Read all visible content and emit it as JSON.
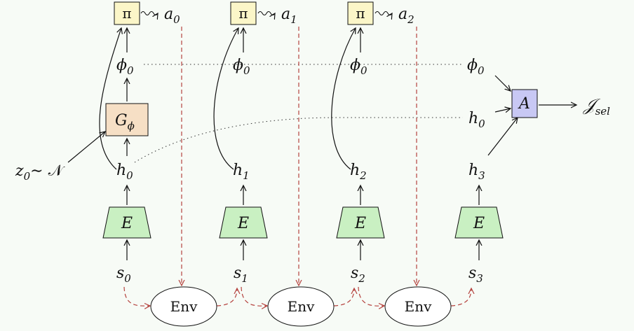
{
  "colors": {
    "background": "#f7fbf6",
    "policy_fill": "#fbf6c8",
    "generator_fill": "#f6dfc5",
    "encoder_fill": "#c9f0c2",
    "aggregator_fill": "#c8c8f4",
    "env_fill": "#ffffff",
    "solid_edge": "#111111",
    "dashed_edge": "#b5433f",
    "dotted_edge": "#333333"
  },
  "nodes": {
    "policy": "π",
    "generator": {
      "base": "G",
      "sub": "ϕ"
    },
    "encoder": "E",
    "aggregator": "A",
    "env": "Env",
    "noise": {
      "z": "z",
      "zsub": "0",
      "dist": "∼ 𝒩"
    },
    "objective": {
      "base": "𝒥",
      "sub": "sel"
    }
  },
  "steps": [
    {
      "action": {
        "base": "a",
        "sub": "0"
      },
      "phi": {
        "base": "ϕ",
        "sub": "0"
      },
      "h": {
        "base": "h",
        "sub": "0"
      },
      "s": {
        "base": "s",
        "sub": "0"
      }
    },
    {
      "action": {
        "base": "a",
        "sub": "1"
      },
      "phi": {
        "base": "ϕ",
        "sub": "0"
      },
      "h": {
        "base": "h",
        "sub": "1"
      },
      "s": {
        "base": "s",
        "sub": "1"
      }
    },
    {
      "action": {
        "base": "a",
        "sub": "2"
      },
      "phi": {
        "base": "ϕ",
        "sub": "0"
      },
      "h": {
        "base": "h",
        "sub": "2"
      },
      "s": {
        "base": "s",
        "sub": "2"
      }
    },
    {
      "phi": {
        "base": "ϕ",
        "sub": "0"
      },
      "h": {
        "base": "h",
        "sub": "3"
      },
      "s": {
        "base": "s",
        "sub": "3"
      }
    }
  ],
  "aggregator_inputs": {
    "phi": {
      "base": "ϕ",
      "sub": "0"
    },
    "h_first": {
      "base": "h",
      "sub": "0"
    }
  }
}
